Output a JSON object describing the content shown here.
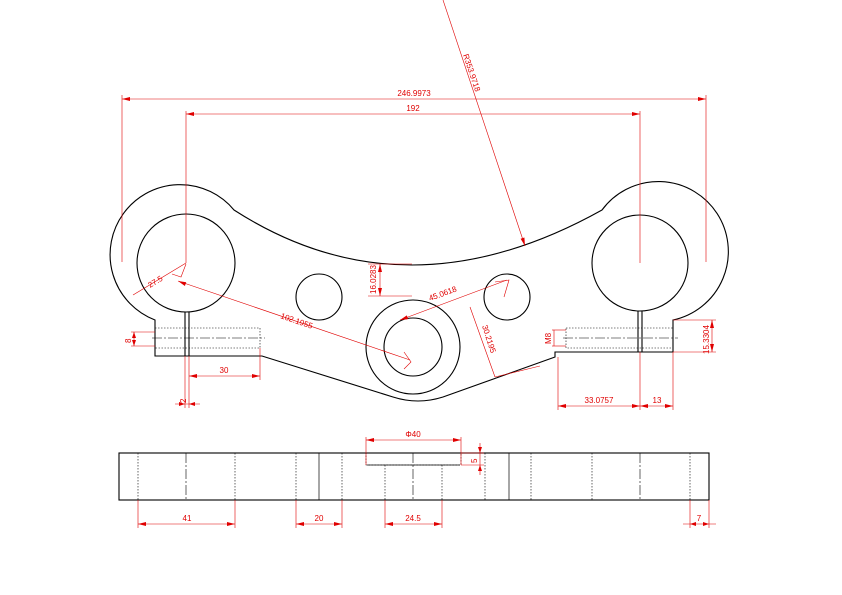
{
  "colors": {
    "part": "#000000",
    "dimension": "#e00000",
    "background": "#ffffff"
  },
  "dimensions": {
    "overall_width": "246.9973",
    "center_distance": "192",
    "arc_radius": "R353.9718",
    "clamp_radius": "27.5",
    "diagonal_distance": "102.1955",
    "arc_depth": "16.0283",
    "hole_offset": "45.0618",
    "hole_drop": "30.2195",
    "left_slot_height": "8",
    "left_bolt_length": "30",
    "slot_width": "2",
    "thread_label": "M8",
    "right_bolt_offset": "33.0757",
    "right_lug_width": "13",
    "right_slot_height": "15.3304",
    "boss_diameter": "Φ40",
    "boss_height": "5",
    "bore_left": "41",
    "bore_middle": "20",
    "center_bore": "24.5",
    "thickness_right": "7"
  }
}
